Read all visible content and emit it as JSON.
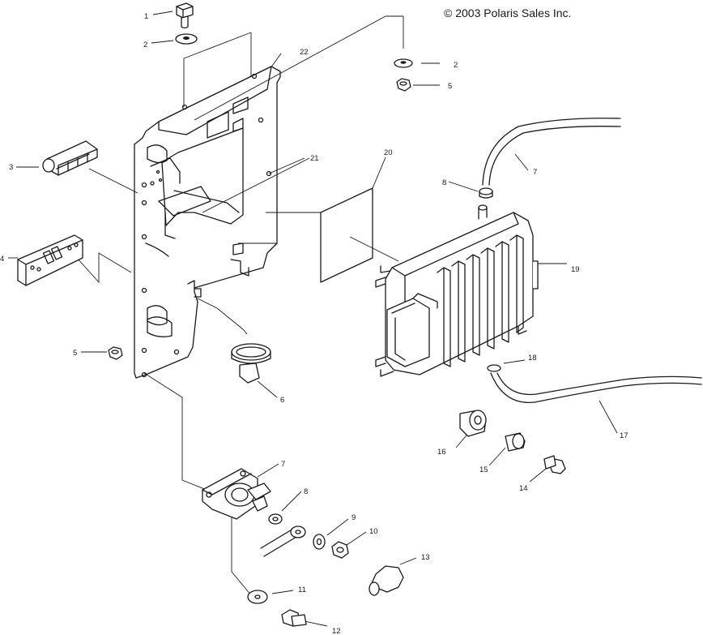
{
  "copyright": "© 2003 Polaris Sales Inc.",
  "callouts": {
    "c1": "1",
    "c2a": "2",
    "c2b": "2",
    "c3": "3",
    "c4": "4",
    "c5a": "5",
    "c5b": "5",
    "c6": "6",
    "c7a": "7",
    "c7b": "7",
    "c8a": "8",
    "c8b": "8",
    "c9": "9",
    "c10": "10",
    "c11": "11",
    "c12": "12",
    "c13": "13",
    "c14": "14",
    "c15": "15",
    "c16": "16",
    "c17": "17",
    "c18": "18",
    "c19": "19",
    "c20": "20",
    "c21": "21",
    "c22": "22"
  }
}
